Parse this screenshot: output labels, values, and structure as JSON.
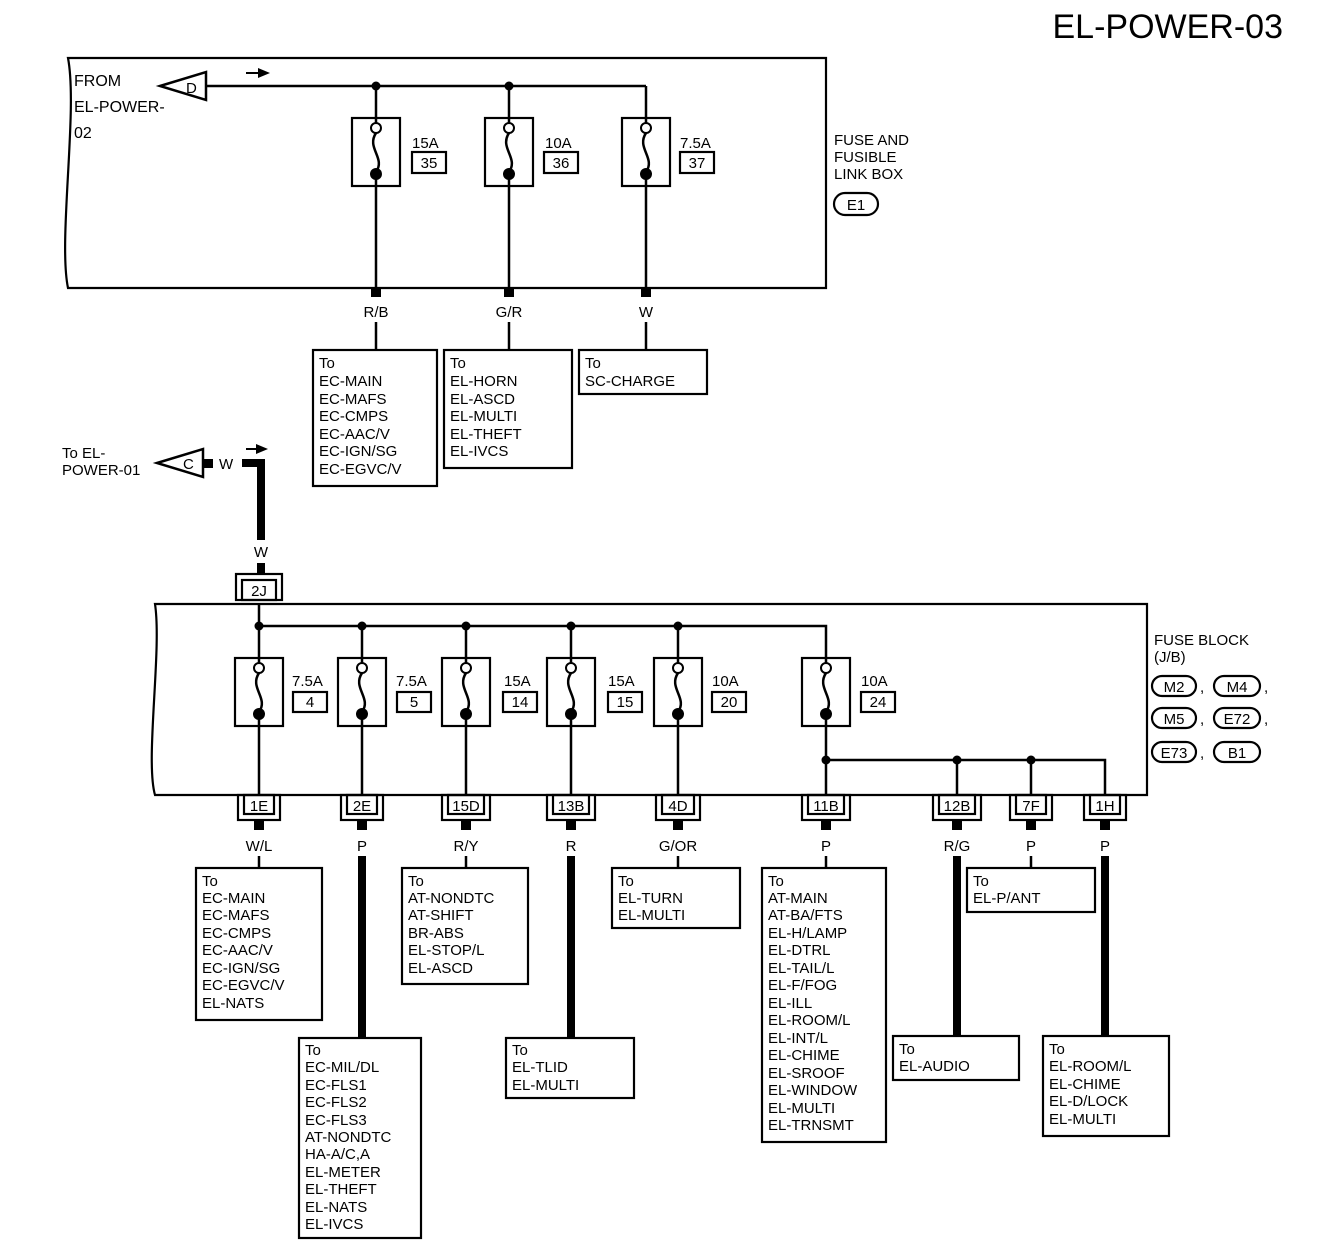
{
  "title": "EL-POWER-03",
  "top_box": {
    "from_lines": [
      "FROM",
      "EL-POWER-",
      "02"
    ],
    "connector_letter": "D",
    "label_lines": [
      "FUSE AND",
      "FUSIBLE",
      "LINK BOX"
    ],
    "connector_id": "E1",
    "fuses": [
      {
        "amp": "15A",
        "num": "35",
        "wire": "R/B"
      },
      {
        "amp": "10A",
        "num": "36",
        "wire": "G/R"
      },
      {
        "amp": "7.5A",
        "num": "37",
        "wire": "W"
      }
    ]
  },
  "top_dest": [
    {
      "lines": [
        "To",
        "EC-MAIN",
        "EC-MAFS",
        "EC-CMPS",
        "EC-AAC/V",
        "EC-IGN/SG",
        "EC-EGVC/V"
      ]
    },
    {
      "lines": [
        "To",
        "EL-HORN",
        "EL-ASCD",
        "EL-MULTI",
        "EL-THEFT",
        "EL-IVCS"
      ]
    },
    {
      "lines": [
        "To",
        "SC-CHARGE"
      ]
    }
  ],
  "to_power01": {
    "lines": [
      "To EL-",
      "POWER-01"
    ],
    "connector_letter": "C",
    "wire": "W",
    "wire2": "W",
    "terminal": "2J"
  },
  "fuse_block": {
    "label_lines": [
      "FUSE BLOCK",
      "(J/B)"
    ],
    "connectors": [
      "M2",
      "M4",
      "M5",
      "E72",
      "E73",
      "B1"
    ],
    "fuses": [
      {
        "amp": "7.5A",
        "num": "4"
      },
      {
        "amp": "7.5A",
        "num": "5"
      },
      {
        "amp": "15A",
        "num": "14"
      },
      {
        "amp": "15A",
        "num": "15"
      },
      {
        "amp": "10A",
        "num": "20"
      },
      {
        "amp": "10A",
        "num": "24"
      }
    ],
    "terminals": [
      {
        "id": "1E",
        "wire": "W/L"
      },
      {
        "id": "2E",
        "wire": "P"
      },
      {
        "id": "15D",
        "wire": "R/Y"
      },
      {
        "id": "13B",
        "wire": "R"
      },
      {
        "id": "4D",
        "wire": "G/OR"
      },
      {
        "id": "11B",
        "wire": "P"
      },
      {
        "id": "12B",
        "wire": "R/G"
      },
      {
        "id": "7F",
        "wire": "P"
      },
      {
        "id": "1H",
        "wire": "P"
      }
    ]
  },
  "bottom_dest": [
    {
      "lines": [
        "To",
        "EC-MAIN",
        "EC-MAFS",
        "EC-CMPS",
        "EC-AAC/V",
        "EC-IGN/SG",
        "EC-EGVC/V",
        "EL-NATS"
      ]
    },
    {
      "lines": [
        "To",
        "EC-MIL/DL",
        "EC-FLS1",
        "EC-FLS2",
        "EC-FLS3",
        "AT-NONDTC",
        "HA-A/C,A",
        "EL-METER",
        "EL-THEFT",
        "EL-NATS",
        "EL-IVCS"
      ]
    },
    {
      "lines": [
        "To",
        "AT-NONDTC",
        "AT-SHIFT",
        "BR-ABS",
        "EL-STOP/L",
        "EL-ASCD"
      ]
    },
    {
      "lines": [
        "To",
        "EL-TLID",
        "EL-MULTI"
      ]
    },
    {
      "lines": [
        "To",
        "EL-TURN",
        "EL-MULTI"
      ]
    },
    {
      "lines": [
        "To",
        "AT-MAIN",
        "AT-BA/FTS",
        "EL-H/LAMP",
        "EL-DTRL",
        "EL-TAIL/L",
        "EL-F/FOG",
        "EL-ILL",
        "EL-ROOM/L",
        "EL-INT/L",
        "EL-CHIME",
        "EL-SROOF",
        "EL-WINDOW",
        "EL-MULTI",
        "EL-TRNSMT"
      ]
    },
    {
      "lines": [
        "To",
        "EL-AUDIO"
      ]
    },
    {
      "lines": [
        "To",
        "EL-P/ANT"
      ]
    },
    {
      "lines": [
        "To",
        "EL-ROOM/L",
        "EL-CHIME",
        "EL-D/LOCK",
        "EL-MULTI"
      ]
    }
  ]
}
